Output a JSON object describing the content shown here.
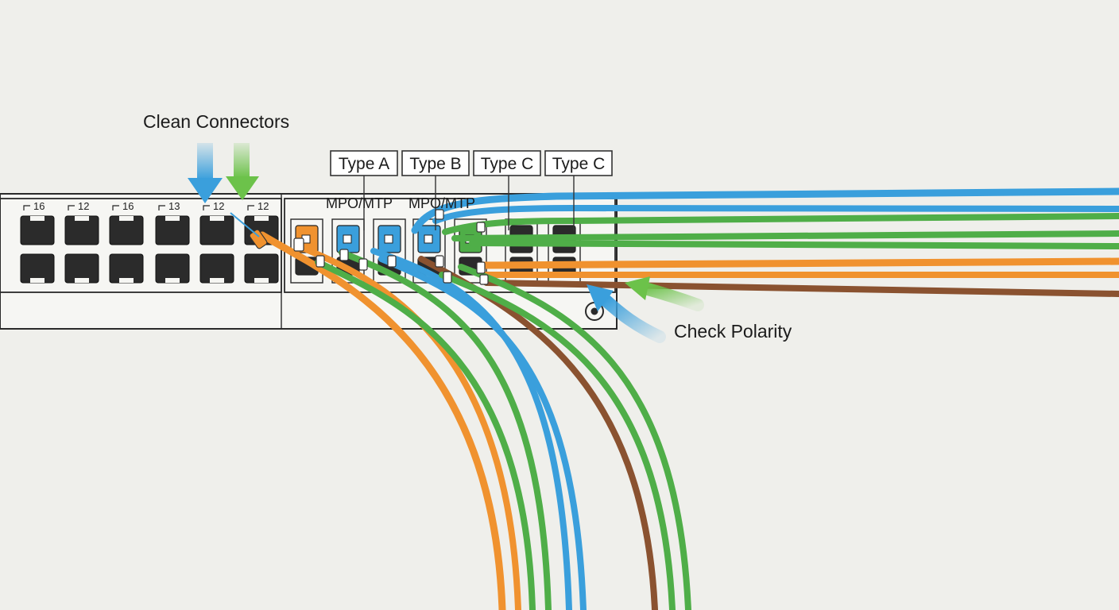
{
  "labels": {
    "clean_connectors": "Clean Connectors",
    "check_polarity": "Check Polarity",
    "mpo_left": "MPO/MTP",
    "mpo_right": "MPO/MTP"
  },
  "polarity_types": [
    "Type A",
    "Type B",
    "Type C",
    "Type C"
  ],
  "patch_panel": {
    "port_numbers": [
      "16",
      "12",
      "16",
      "13",
      "12",
      "12"
    ]
  },
  "colors": {
    "background": "#efefeb",
    "orange": "#f0922f",
    "green": "#4fae48",
    "blue": "#3a9fdc",
    "brown": "#8a5230",
    "port": "#2b2b2b",
    "arrow_blue": "#3a9fdc",
    "arrow_green": "#6cc24a"
  }
}
